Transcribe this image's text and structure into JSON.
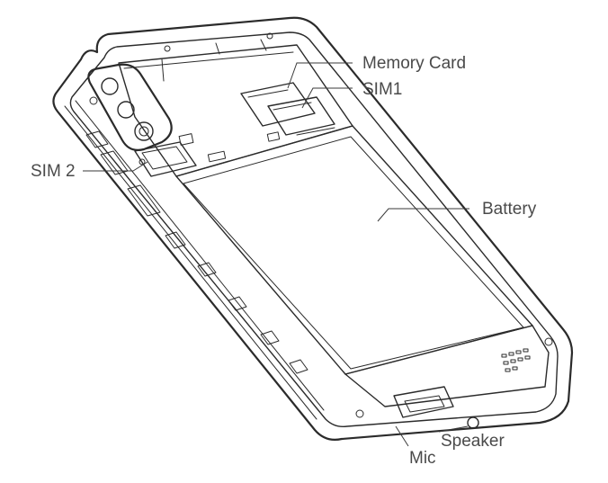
{
  "labels": {
    "memory_card": "Memory Card",
    "sim1": "SIM1",
    "sim2": "SIM 2",
    "battery": "Battery",
    "speaker": "Speaker",
    "mic": "Mic"
  },
  "colors": {
    "line": "#2b2b2b",
    "label_text": "#4a4a4a",
    "background": "#ffffff"
  }
}
